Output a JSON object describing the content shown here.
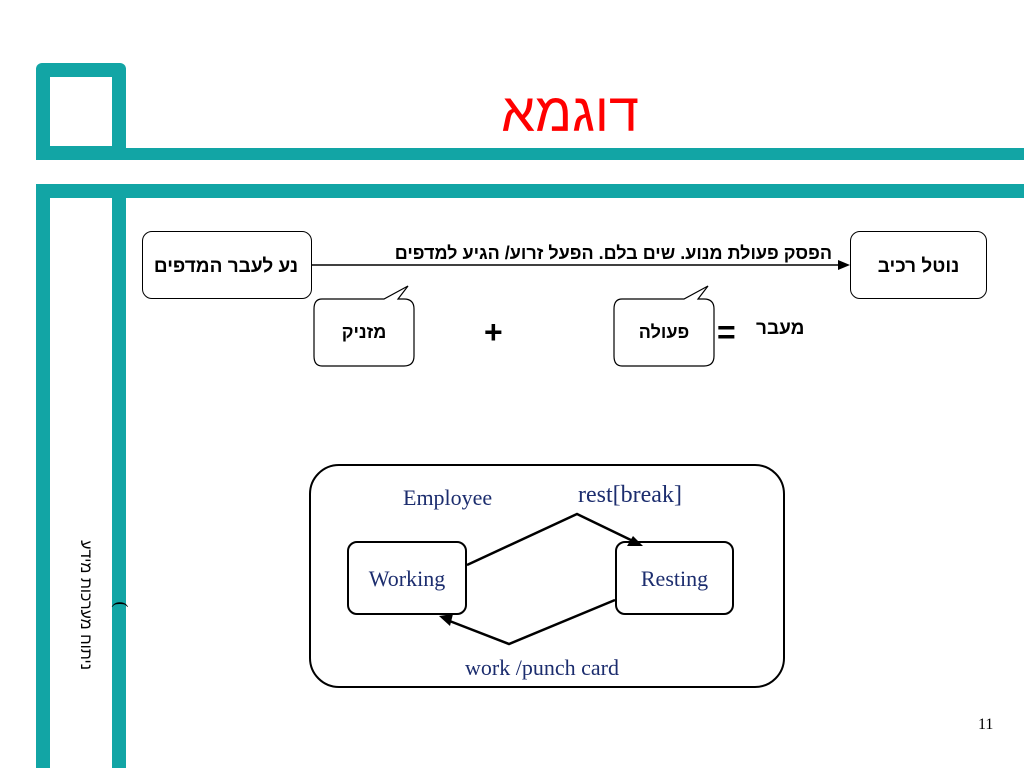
{
  "slide": {
    "title": "דוגמא",
    "side_text": "ניתוח מערכות מידע",
    "page_number": "11"
  },
  "top_diagram": {
    "source_state": "נע לעבר המדפים",
    "target_state": "נוטל רכיב",
    "transition_label": "הפסק פעולת מנוע. שים בלם. הפעל זרוע/  הגיע למדפים",
    "trigger_callout": "מזניק",
    "plus_sign": "+",
    "action_callout": "פעולה",
    "equals_sign": "=",
    "transition_word": "מעבר"
  },
  "statechart": {
    "object_name": "Employee",
    "state_left": "Working",
    "state_right": "Resting",
    "upper_transition": "rest[break]",
    "lower_transition": "work /punch card"
  },
  "colors": {
    "frame": "#12a5a5",
    "title": "#ff0000",
    "diagram_text": "#1c2d6e"
  }
}
